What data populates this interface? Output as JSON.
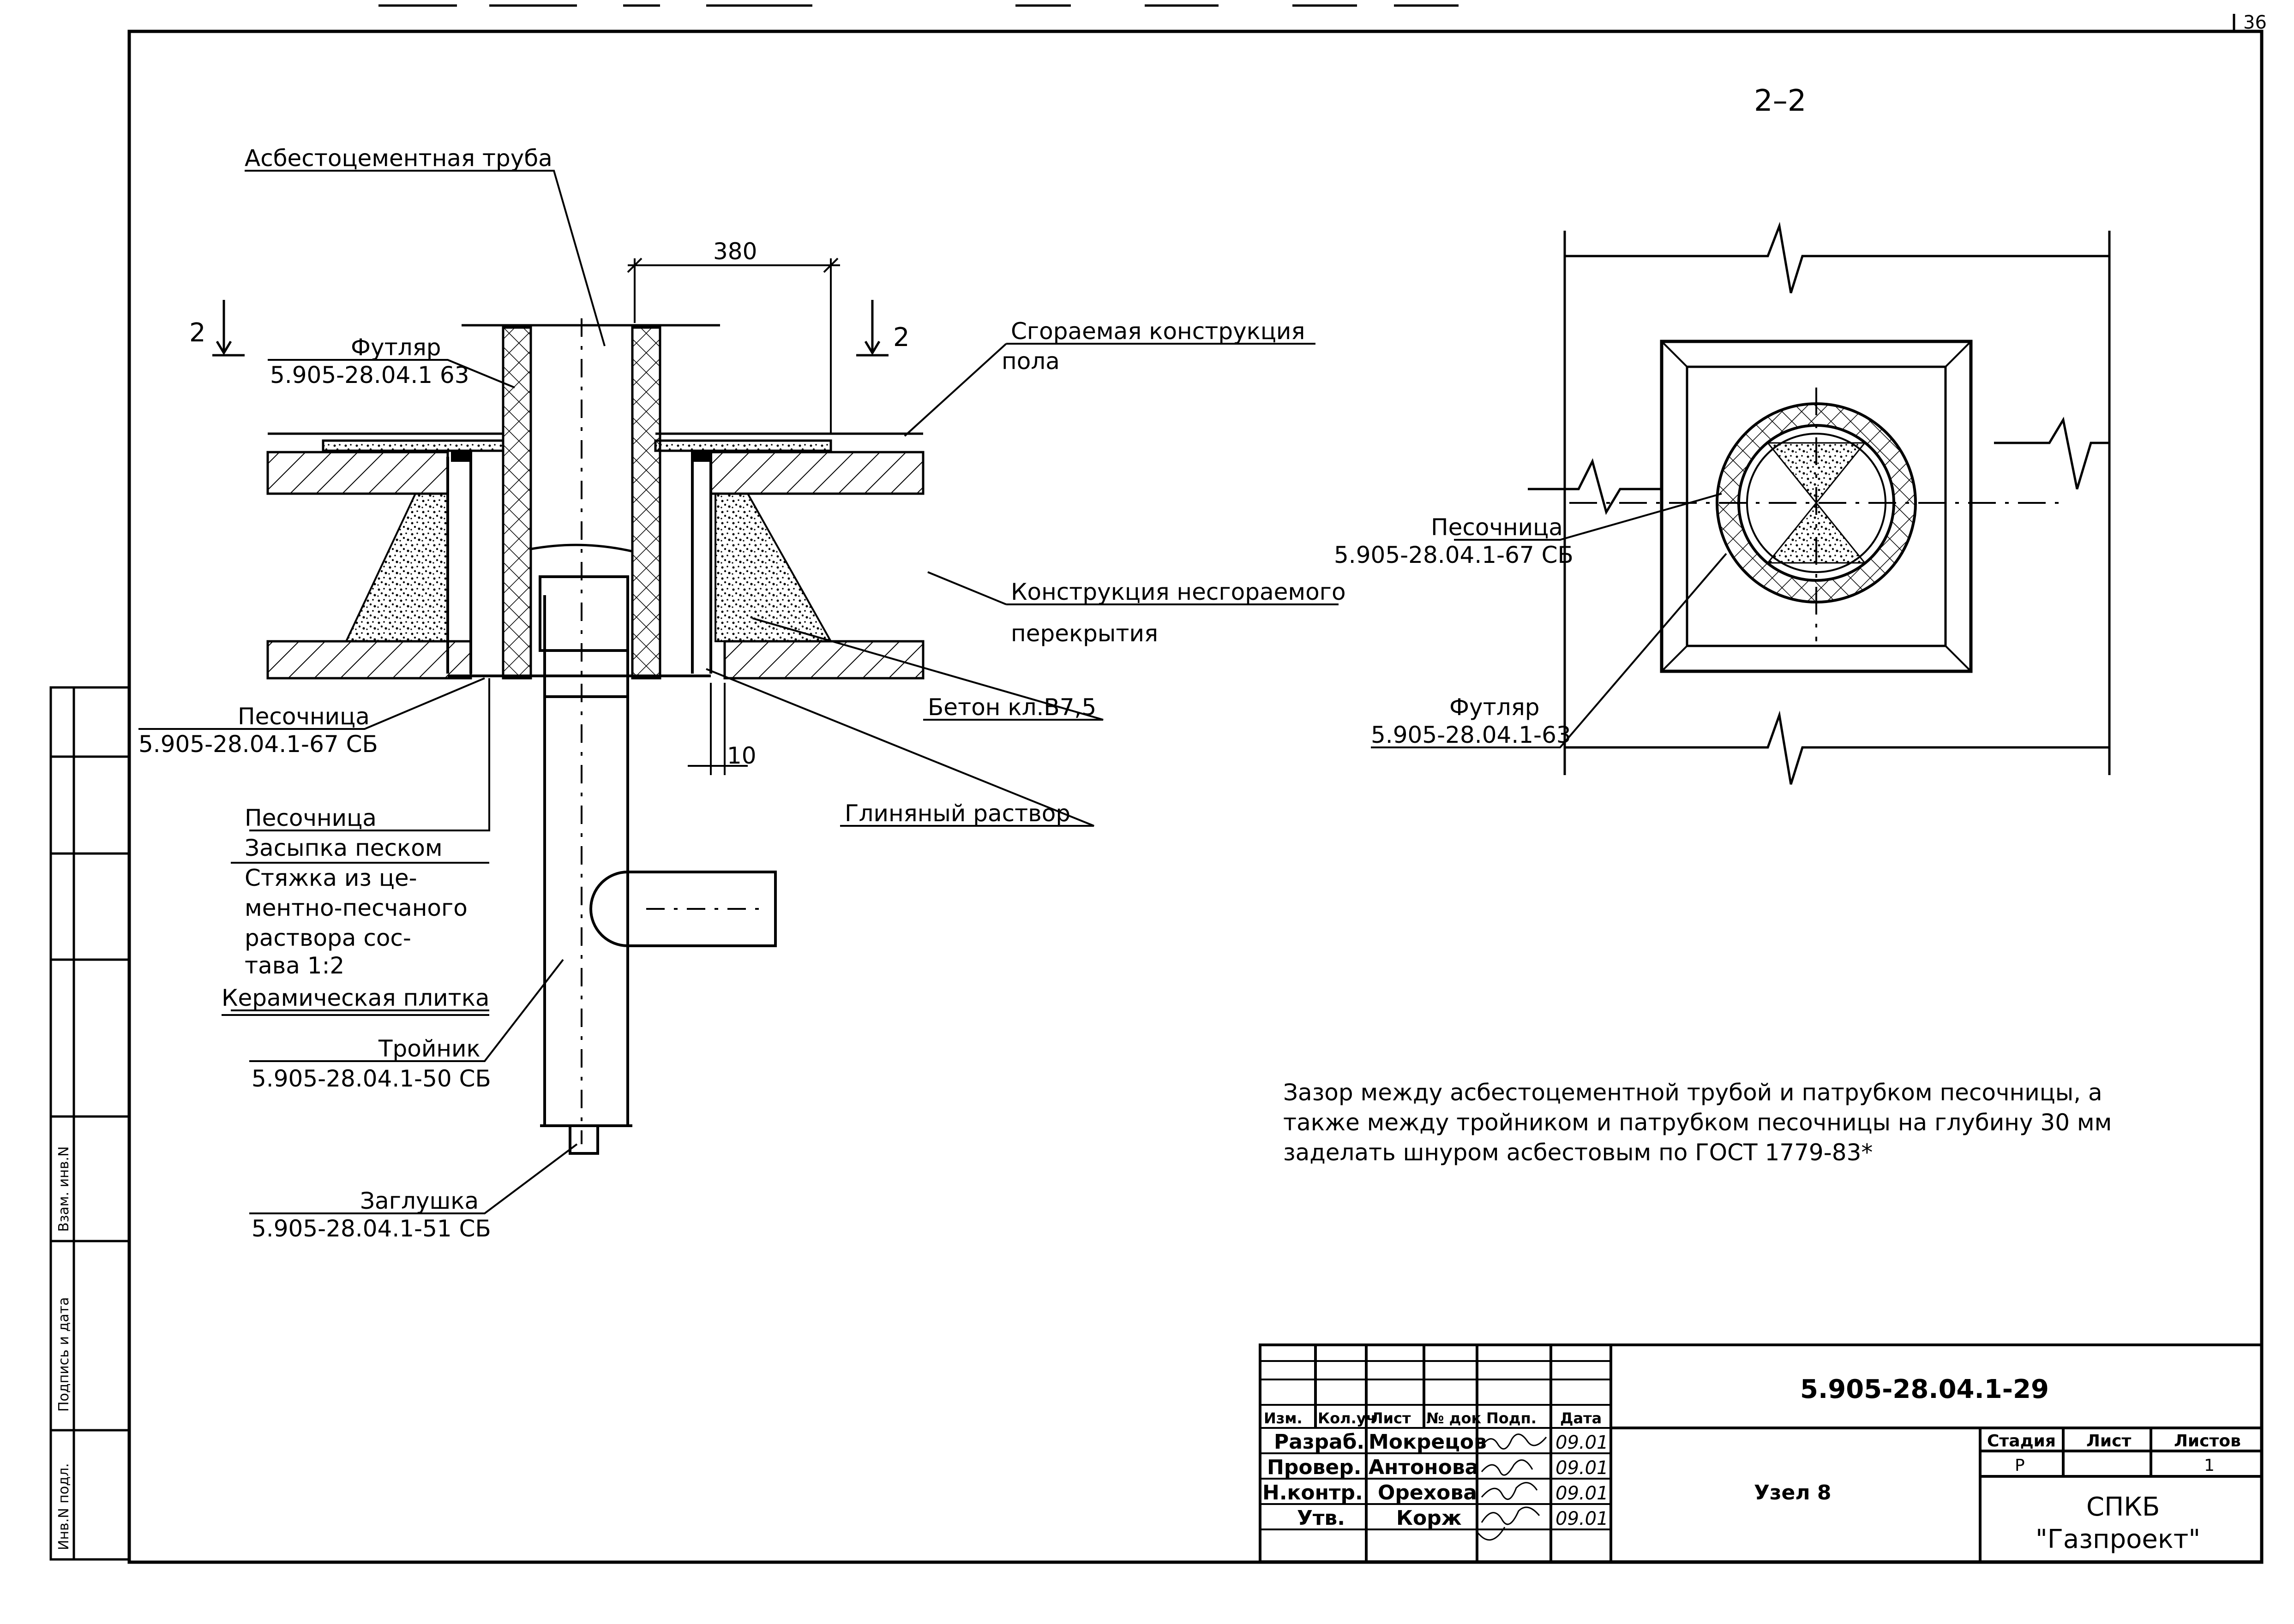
{
  "sheet_corner_number": "36",
  "section_title": "2–2",
  "section_mark": "2",
  "dimensions": {
    "width_380": "380",
    "gap_10": "10"
  },
  "labels": {
    "asbestos_pipe": "Асбестоцементная труба",
    "casing": "Футляр",
    "casing_code": "5.905-28.04.1 63",
    "combustible_line1": "Сгораемая конструкция",
    "combustible_line2": "пола",
    "noncombustible_line1": "Конструкция несгораемого",
    "noncombustible_line2": "перекрытия",
    "sandbox": "Песочница",
    "sandbox_code": "5.905-28.04.1-67 СБ",
    "concrete": "Бетон кл.В7,5",
    "clay": "Глиняный раствор",
    "tee": "Тройник",
    "tee_code": "5.905-28.04.1-50 СБ",
    "plug": "Заглушка",
    "plug_code": "5.905-28.04.1-51 СБ",
    "section_sandbox": "Песочница",
    "section_sandbox_code": "5.905-28.04.1-67 СБ",
    "section_casing": "Футляр",
    "section_casing_code": "5.905-28.04.1-63"
  },
  "layers": [
    "Песочница",
    "Засыпка песком",
    "Стяжка из це-",
    "ментно-песчаного",
    "раствора сос-",
    "тава 1:2",
    "Керамическая плитка"
  ],
  "note": [
    "Зазор между асбестоцементной трубой и патрубком песочницы, а",
    "также между тройником и патрубком песочницы на глубину 30 мм",
    "заделать шнуром асбестовым по ГОСТ 1779-83*"
  ],
  "side_stamp": [
    "Инв.N подл.",
    "Подпись и дата",
    "Взам. инв.N"
  ],
  "title_block": {
    "doc_code": "5.905-28.04.1-29",
    "header": [
      "Изм.",
      "Кол.уч",
      "Лист",
      "№ док",
      "Подп.",
      "Дата"
    ],
    "rows": [
      {
        "role": "Разраб.",
        "name": "Мокрецов",
        "date": "09.01"
      },
      {
        "role": "Провер.",
        "name": "Антонова",
        "date": "09.01"
      },
      {
        "role": "Н.контр.",
        "name": "Орехова",
        "date": "09.01"
      },
      {
        "role": "Утв.",
        "name": "Корж",
        "date": "09.01"
      }
    ],
    "title": "Узел 8",
    "stage_header": [
      "Стадия",
      "Лист",
      "Листов"
    ],
    "stage_values": [
      "Р",
      "",
      "1"
    ],
    "org_line1": "СПКБ",
    "org_line2": "\"Газпроект\""
  }
}
